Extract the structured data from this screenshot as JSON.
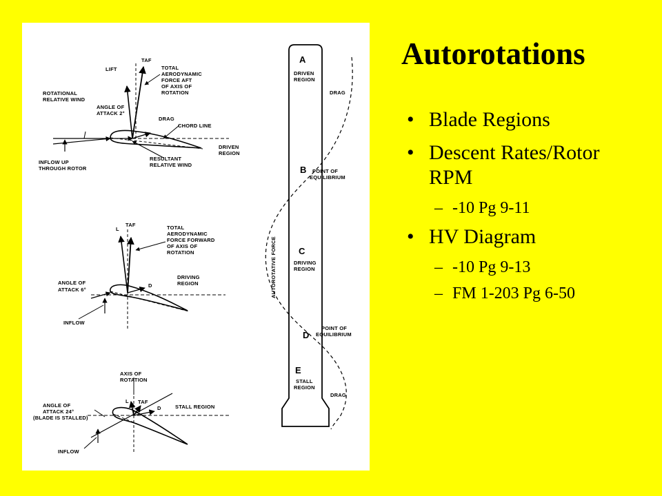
{
  "slide": {
    "title": "Autorotations",
    "bullets": [
      {
        "level": 1,
        "text": "Blade Regions"
      },
      {
        "level": 1,
        "text": "Descent Rates/Rotor RPM"
      },
      {
        "level": 2,
        "text": "-10 Pg 9-11"
      },
      {
        "level": 1,
        "text": "HV Diagram"
      },
      {
        "level": 2,
        "text": "-10 Pg 9-13"
      },
      {
        "level": 2,
        "text": "FM 1-203 Pg 6-50"
      }
    ],
    "bullet_marker": "•",
    "sub_marker": "–"
  },
  "figure": {
    "driven": {
      "lift": "LIFT",
      "taf": "TAF",
      "total_af_lines": [
        "TOTAL",
        "AERODYNAMIC",
        "FORCE AFT",
        "OF AXIS OF",
        "ROTATION"
      ],
      "rotational_wind": [
        "ROTATIONAL",
        "RELATIVE WIND"
      ],
      "aoa": [
        "ANGLE OF",
        "ATTACK 2°"
      ],
      "drag": "DRAG",
      "chord": "CHORD LINE",
      "region": [
        "DRIVEN",
        "REGION"
      ],
      "inflow": [
        "INFLOW UP",
        "THROUGH ROTOR"
      ],
      "resultant": [
        "RESULTANT",
        "RELATIVE WIND"
      ]
    },
    "driving": {
      "l": "L",
      "taf": "TAF",
      "total_af_lines": [
        "TOTAL",
        "AERODYNAMIC",
        "FORCE FORWARD",
        "OF AXIS OF",
        "ROTATION"
      ],
      "aoa": [
        "ANGLE OF",
        "ATTACK 6°"
      ],
      "d": "D",
      "region": [
        "DRIVING",
        "REGION"
      ],
      "inflow": "INFLOW"
    },
    "stall": {
      "axis": [
        "AXIS OF",
        "ROTATION"
      ],
      "l": "L",
      "taf": "TAF",
      "d": "D",
      "region": "STALL REGION",
      "aoa": [
        "ANGLE OF",
        "ATTACK 24°",
        "(BLADE IS STALLED)"
      ],
      "inflow": "INFLOW"
    },
    "blade": {
      "a": "A",
      "a_region": [
        "DRIVEN",
        "REGION"
      ],
      "a_drag": "DRAG",
      "b": "B",
      "b_point": [
        "POINT OF",
        "EQUILIBRIUM"
      ],
      "c": "C",
      "c_region": [
        "DRIVING",
        "REGION"
      ],
      "force": "AUTOROTATIVE FORCE",
      "d": "D",
      "d_point": [
        "POINT OF",
        "EQUILIBRIUM"
      ],
      "e": "E",
      "e_region": [
        "STALL",
        "REGION"
      ],
      "e_drag": "DRAG"
    }
  }
}
